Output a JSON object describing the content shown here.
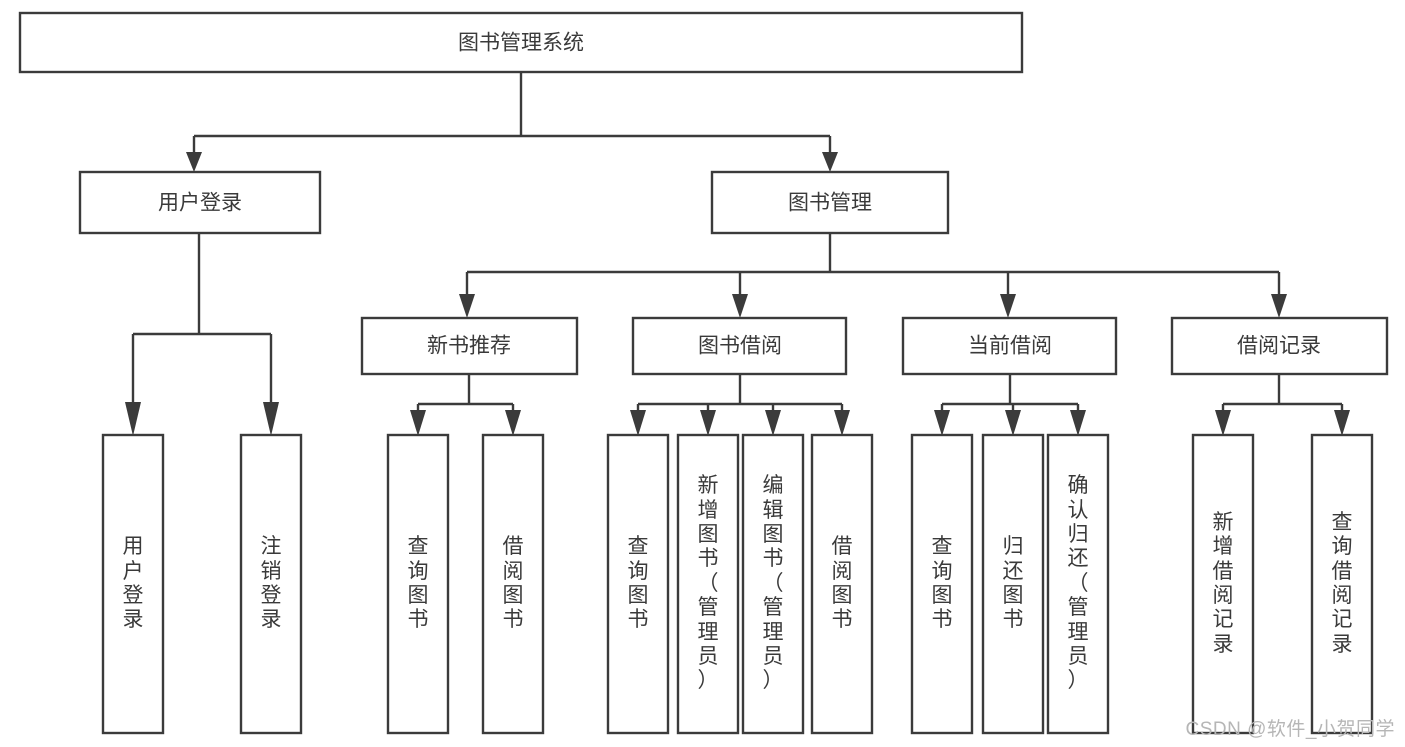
{
  "diagram": {
    "type": "tree",
    "title": "图书管理系统",
    "orientation": "top-down",
    "colors": {
      "background": "#ffffff",
      "box_stroke": "#3b3b3b",
      "box_fill": "#ffffff",
      "text": "#3a3a3a",
      "connector": "#3b3b3b",
      "watermark": "#b6b6b6"
    },
    "root": {
      "id": "root",
      "label": "图书管理系统",
      "text_orientation": "horizontal"
    },
    "level2": [
      {
        "id": "user-login",
        "label": "用户登录",
        "text_orientation": "horizontal"
      },
      {
        "id": "book-manage",
        "label": "图书管理",
        "text_orientation": "horizontal"
      }
    ],
    "level3": [
      {
        "id": "new-book-recommend",
        "label": "新书推荐",
        "parent": "book-manage",
        "text_orientation": "horizontal"
      },
      {
        "id": "book-borrow",
        "label": "图书借阅",
        "parent": "book-manage",
        "text_orientation": "horizontal"
      },
      {
        "id": "current-borrow",
        "label": "当前借阅",
        "parent": "book-manage",
        "text_orientation": "horizontal"
      },
      {
        "id": "borrow-record",
        "label": "借阅记录",
        "parent": "book-manage",
        "text_orientation": "horizontal"
      }
    ],
    "leaves": [
      {
        "id": "leaf-user-login",
        "parent": "user-login",
        "label": "用户登录",
        "chars": [
          "用",
          "户",
          "登",
          "录"
        ],
        "text_orientation": "vertical"
      },
      {
        "id": "leaf-logout-login",
        "parent": "user-login",
        "label": "注销登录",
        "chars": [
          "注",
          "销",
          "登",
          "录"
        ],
        "text_orientation": "vertical"
      },
      {
        "id": "leaf-query-book-1",
        "parent": "new-book-recommend",
        "label": "查询图书",
        "chars": [
          "查",
          "询",
          "图",
          "书"
        ],
        "text_orientation": "vertical"
      },
      {
        "id": "leaf-borrow-book-1",
        "parent": "new-book-recommend",
        "label": "借阅图书",
        "chars": [
          "借",
          "阅",
          "图",
          "书"
        ],
        "text_orientation": "vertical"
      },
      {
        "id": "leaf-query-book-2",
        "parent": "book-borrow",
        "label": "查询图书",
        "chars": [
          "查",
          "询",
          "图",
          "书"
        ],
        "text_orientation": "vertical"
      },
      {
        "id": "leaf-add-book",
        "parent": "book-borrow",
        "label": "新增图书（管理员）",
        "chars": [
          "新",
          "增",
          "图",
          "书",
          "（",
          "管",
          "理",
          "员",
          "）"
        ],
        "text_orientation": "vertical"
      },
      {
        "id": "leaf-edit-book",
        "parent": "book-borrow",
        "label": "编辑图书（管理员）",
        "chars": [
          "编",
          "辑",
          "图",
          "书",
          "（",
          "管",
          "理",
          "员",
          "）"
        ],
        "text_orientation": "vertical"
      },
      {
        "id": "leaf-borrow-book-2",
        "parent": "book-borrow",
        "label": "借阅图书",
        "chars": [
          "借",
          "阅",
          "图",
          "书"
        ],
        "text_orientation": "vertical"
      },
      {
        "id": "leaf-query-book-3",
        "parent": "current-borrow",
        "label": "查询图书",
        "chars": [
          "查",
          "询",
          "图",
          "书"
        ],
        "text_orientation": "vertical"
      },
      {
        "id": "leaf-return-book",
        "parent": "current-borrow",
        "label": "归还图书",
        "chars": [
          "归",
          "还",
          "图",
          "书"
        ],
        "text_orientation": "vertical"
      },
      {
        "id": "leaf-confirm-return",
        "parent": "current-borrow",
        "label": "确认归还（管理员）",
        "chars": [
          "确",
          "认",
          "归",
          "还",
          "（",
          "管",
          "理",
          "员",
          "）"
        ],
        "text_orientation": "vertical"
      },
      {
        "id": "leaf-add-borrow-record",
        "parent": "borrow-record",
        "label": "新增借阅记录",
        "chars": [
          "新",
          "增",
          "借",
          "阅",
          "记",
          "录"
        ],
        "text_orientation": "vertical"
      },
      {
        "id": "leaf-query-borrow-record",
        "parent": "borrow-record",
        "label": "查询借阅记录",
        "chars": [
          "查",
          "询",
          "借",
          "阅",
          "记",
          "录"
        ],
        "text_orientation": "vertical"
      }
    ]
  },
  "watermark": {
    "text": "CSDN @软件_小贺同学"
  }
}
